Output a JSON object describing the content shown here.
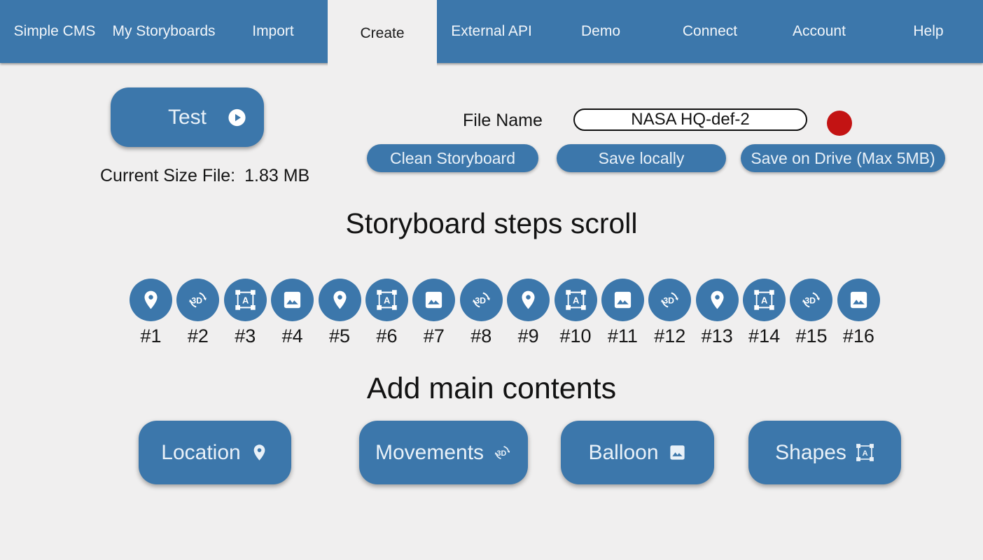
{
  "nav": {
    "items": [
      {
        "label": "Simple CMS",
        "active": false
      },
      {
        "label": "My Storyboards",
        "active": false
      },
      {
        "label": "Import",
        "active": false
      },
      {
        "label": "Create",
        "active": true
      },
      {
        "label": "External API",
        "active": false
      },
      {
        "label": "Demo",
        "active": false
      },
      {
        "label": "Connect",
        "active": false
      },
      {
        "label": "Account",
        "active": false
      },
      {
        "label": "Help",
        "active": false
      }
    ]
  },
  "toolbar": {
    "test_label": "Test",
    "play_icon": "play",
    "current_size_label": "Current Size File:",
    "current_size_value": "1.83 MB",
    "file_name_label": "File Name",
    "file_name_value": "NASA HQ-def-2",
    "clean_label": "Clean Storyboard",
    "save_locally_label": "Save locally",
    "save_drive_label": "Save on Drive (Max 5MB)"
  },
  "steps": {
    "heading": "Storyboard steps scroll",
    "items": [
      {
        "label": "#1",
        "icon": "location"
      },
      {
        "label": "#2",
        "icon": "rotation3d"
      },
      {
        "label": "#3",
        "icon": "shapes"
      },
      {
        "label": "#4",
        "icon": "image"
      },
      {
        "label": "#5",
        "icon": "location"
      },
      {
        "label": "#6",
        "icon": "shapes"
      },
      {
        "label": "#7",
        "icon": "image"
      },
      {
        "label": "#8",
        "icon": "rotation3d"
      },
      {
        "label": "#9",
        "icon": "location"
      },
      {
        "label": "#10",
        "icon": "shapes"
      },
      {
        "label": "#11",
        "icon": "image"
      },
      {
        "label": "#12",
        "icon": "rotation3d"
      },
      {
        "label": "#13",
        "icon": "location"
      },
      {
        "label": "#14",
        "icon": "shapes"
      },
      {
        "label": "#15",
        "icon": "rotation3d"
      },
      {
        "label": "#16",
        "icon": "image"
      }
    ]
  },
  "contents": {
    "heading": "Add main contents",
    "buttons": [
      {
        "label": "Location",
        "icon": "location"
      },
      {
        "label": "Movements",
        "icon": "rotation3d"
      },
      {
        "label": "Balloon",
        "icon": "image"
      },
      {
        "label": "Shapes",
        "icon": "shapes"
      }
    ]
  },
  "colors": {
    "accent": "#3c77ab",
    "background": "#f0efef",
    "record_indicator": "#c31313"
  }
}
